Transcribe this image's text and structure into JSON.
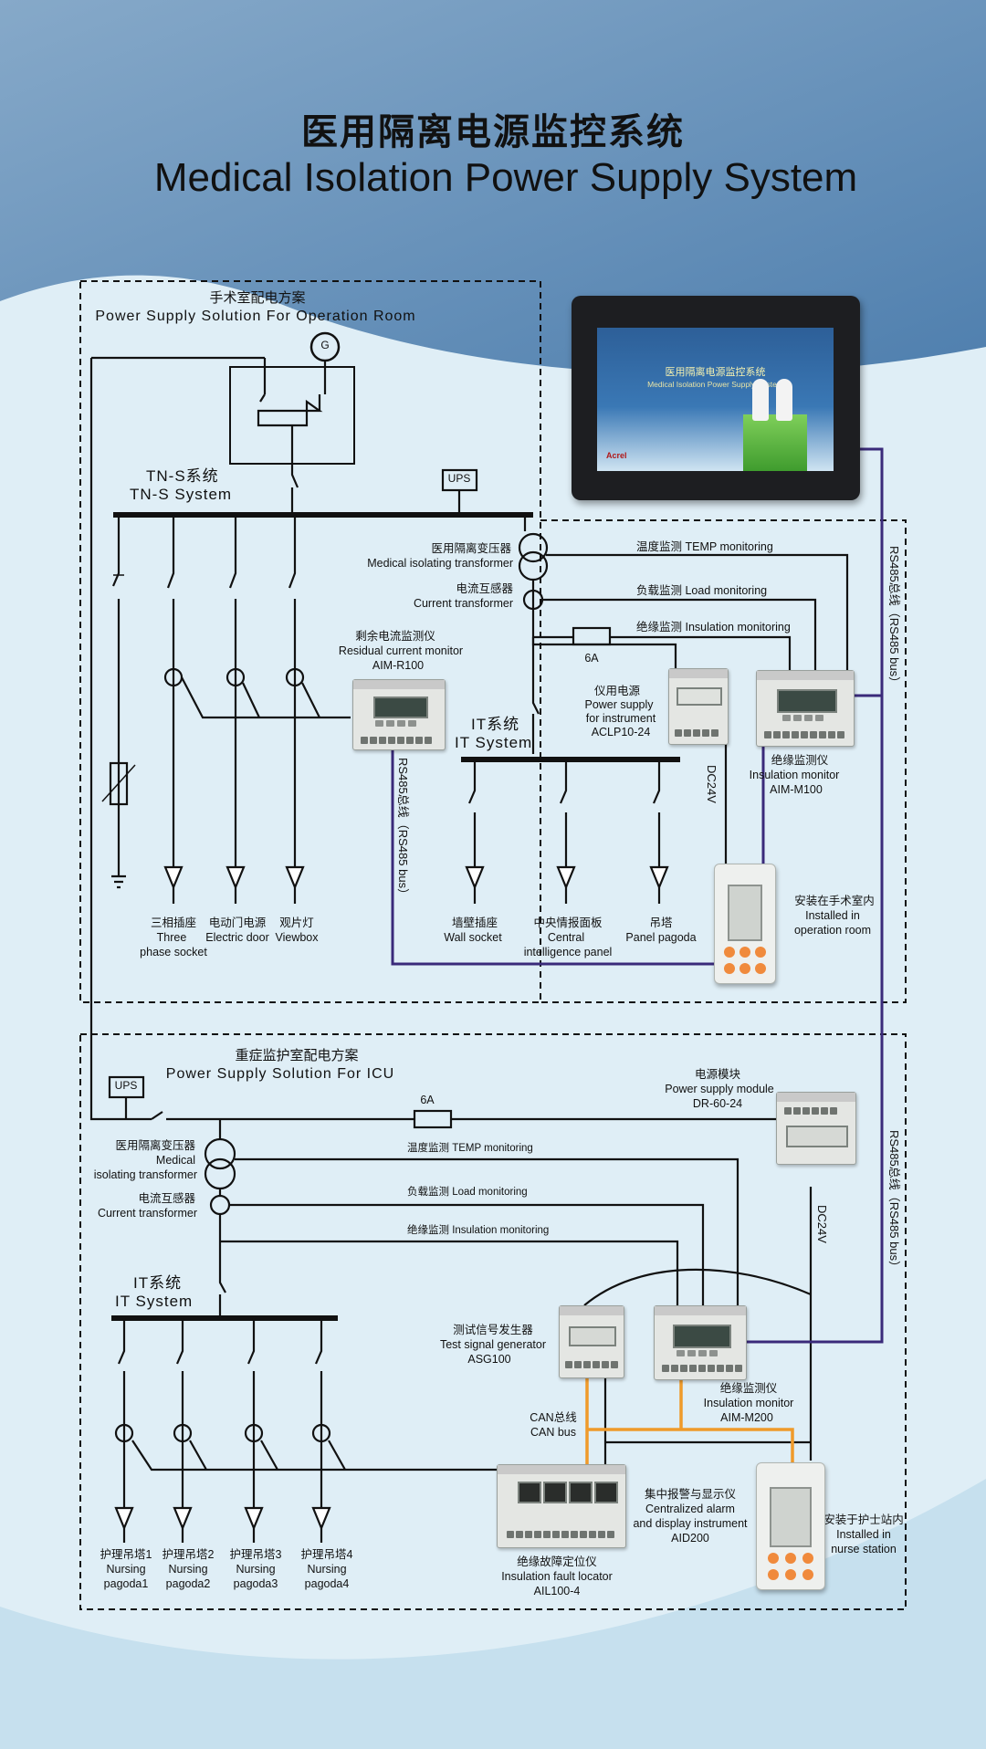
{
  "title": {
    "cn": "医用隔离电源监控系统",
    "en": "Medical Isolation Power Supply System"
  },
  "colors": {
    "bus": "#3a2a7a",
    "can": "#ef9a2a",
    "line": "#111111"
  },
  "operation_room": {
    "heading_cn": "手术室配电方案",
    "heading_en": "Power Supply Solution For Operation Room",
    "generator": "G",
    "ups": "UPS",
    "tns_cn": "TN-S系统",
    "tns_en": "TN-S System",
    "isolating_transformer_cn": "医用隔离变压器",
    "isolating_transformer_en": "Medical isolating transformer",
    "current_transformer_cn": "电流互感器",
    "current_transformer_en": "Current transformer",
    "temp_monitoring": "温度监测 TEMP monitoring",
    "load_monitoring": "负载监测 Load monitoring",
    "insulation_monitoring": "绝缘监测 Insulation monitoring",
    "fuse": "6A",
    "rcm_cn": "剩余电流监测仪",
    "rcm_en": "Residual current monitor",
    "rcm_model": "AIM-R100",
    "psu_cn": "仪用电源",
    "psu_en1": "Power supply",
    "psu_en2": "for instrument",
    "psu_model": "ACLP10-24",
    "it_cn": "IT系统",
    "it_en": "IT System",
    "im_cn": "绝缘监测仪",
    "im_en": "Insulation monitor",
    "im_model": "AIM-M100",
    "dc24v": "DC24V",
    "rs485_local": "RS485总线（RS485 bus）",
    "installed_cn": "安装在手术室内",
    "installed_en1": "Installed in",
    "installed_en2": "operation room",
    "loads": [
      {
        "cn": "三相插座",
        "en1": "Three",
        "en2": "phase socket"
      },
      {
        "cn": "电动门电源",
        "en1": "Electric door",
        "en2": ""
      },
      {
        "cn": "观片灯",
        "en1": "Viewbox",
        "en2": ""
      }
    ],
    "it_loads": [
      {
        "cn": "墙壁插座",
        "en1": "Wall socket",
        "en2": ""
      },
      {
        "cn": "中央情报面板",
        "en1": "Central",
        "en2": "intelligence panel"
      },
      {
        "cn": "吊塔",
        "en1": "Panel pagoda",
        "en2": ""
      }
    ]
  },
  "rs485_main": "RS485总线（RS485 bus）",
  "monitor_screen": {
    "cn": "医用隔离电源监控系统",
    "en": "Medical Isolation Power Supply System",
    "logo": "Acrel"
  },
  "icu": {
    "heading_cn": "重症监护室配电方案",
    "heading_en": "Power Supply Solution For ICU",
    "ups": "UPS",
    "fuse": "6A",
    "isolating_transformer_cn": "医用隔离变压器",
    "isolating_transformer_en1": "Medical",
    "isolating_transformer_en2": "isolating transformer",
    "current_transformer_cn": "电流互感器",
    "current_transformer_en": "Current transformer",
    "temp_monitoring": "温度监测 TEMP monitoring",
    "load_monitoring": "负载监测 Load monitoring",
    "insulation_monitoring": "绝缘监测 Insulation monitoring",
    "psm_cn": "电源模块",
    "psm_en": "Power supply module",
    "psm_model": "DR-60-24",
    "dc24v": "DC24V",
    "it_cn": "IT系统",
    "it_en": "IT System",
    "tsg_cn": "测试信号发生器",
    "tsg_en": "Test signal generator",
    "tsg_model": "ASG100",
    "im_cn": "绝缘监测仪",
    "im_en": "Insulation monitor",
    "im_model": "AIM-M200",
    "can_cn": "CAN总线",
    "can_en": "CAN bus",
    "alarm_cn": "集中报警与显示仪",
    "alarm_en1": "Centralized alarm",
    "alarm_en2": "and display instrument",
    "alarm_model": "AID200",
    "nurse_cn": "安装于护士站内",
    "nurse_en1": "Installed in",
    "nurse_en2": "nurse station",
    "locator_cn": "绝缘故障定位仪",
    "locator_en": "Insulation fault locator",
    "locator_model": "AIL100-4",
    "loads": [
      {
        "cn": "护理吊塔1",
        "en1": "Nursing",
        "en2": "pagoda1"
      },
      {
        "cn": "护理吊塔2",
        "en1": "Nursing",
        "en2": "pagoda2"
      },
      {
        "cn": "护理吊塔3",
        "en1": "Nursing",
        "en2": "pagoda3"
      },
      {
        "cn": "护理吊塔4",
        "en1": "Nursing",
        "en2": "pagoda4"
      }
    ]
  }
}
